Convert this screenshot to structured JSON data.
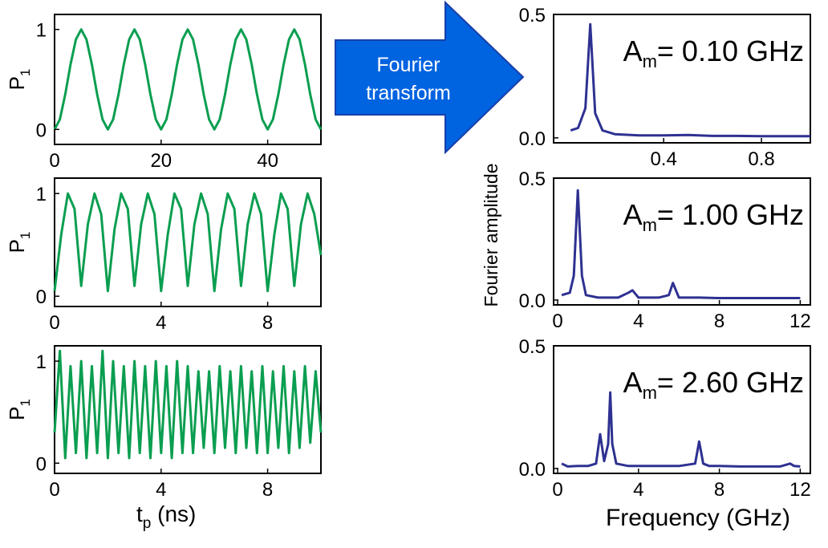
{
  "colors": {
    "time_series": "#0a9e50",
    "spectrum": "#2e3191",
    "arrow_fill": "#0063e0",
    "arrow_stroke": "#1a3fa8"
  },
  "arrow": {
    "line1": "Fourier",
    "line2": "transform"
  },
  "left_ylabel": "P",
  "left_ylabel_sub": "1",
  "left_xlabel": "t",
  "left_xlabel_sub": "p",
  "left_xlabel_unit": " (ns)",
  "right_ylabel": "Fourier amplitude",
  "right_xlabel": "Frequency (GHz)",
  "annotations": [
    {
      "prefix": "A",
      "sub": "m",
      "value": "= 0.10 GHz"
    },
    {
      "prefix": "A",
      "sub": "m",
      "value": "= 1.00 GHz"
    },
    {
      "prefix": "A",
      "sub": "m",
      "value": "= 2.60 GHz"
    }
  ],
  "chart_data": [
    {
      "type": "line",
      "panel": "time-1",
      "xlim": [
        0,
        50
      ],
      "ylim": [
        -0.15,
        1.15
      ],
      "xticks": [
        "0",
        "20",
        "40"
      ],
      "xtick_values": [
        0,
        20,
        40
      ],
      "yticks": [
        "0",
        "1"
      ],
      "ytick_values": [
        0,
        1
      ],
      "series": [
        {
          "x": [
            0,
            1,
            2,
            3,
            4,
            5,
            6,
            7,
            8,
            9,
            10,
            11,
            12,
            13,
            14,
            15,
            16,
            17,
            18,
            19,
            20,
            21,
            22,
            23,
            24,
            25,
            26,
            27,
            28,
            29,
            30,
            31,
            32,
            33,
            34,
            35,
            36,
            37,
            38,
            39,
            40,
            41,
            42,
            43,
            44,
            45,
            46,
            47,
            48,
            49,
            50
          ],
          "y": [
            0,
            0.1,
            0.35,
            0.65,
            0.9,
            1,
            0.9,
            0.65,
            0.35,
            0.1,
            0,
            0.1,
            0.35,
            0.65,
            0.9,
            1,
            0.9,
            0.65,
            0.35,
            0.1,
            0,
            0.1,
            0.35,
            0.65,
            0.9,
            1,
            0.9,
            0.65,
            0.35,
            0.1,
            0,
            0.1,
            0.35,
            0.65,
            0.9,
            1,
            0.9,
            0.65,
            0.35,
            0.1,
            0,
            0.1,
            0.35,
            0.65,
            0.9,
            1,
            0.9,
            0.65,
            0.35,
            0.1,
            0
          ]
        }
      ]
    },
    {
      "type": "line",
      "panel": "time-2",
      "xlim": [
        0,
        10
      ],
      "ylim": [
        -0.1,
        1.15
      ],
      "xticks": [
        "0",
        "4",
        "8"
      ],
      "xtick_values": [
        0,
        4,
        8
      ],
      "yticks": [
        "0",
        "1"
      ],
      "ytick_values": [
        0,
        1
      ],
      "series": [
        {
          "x": [
            0,
            0.25,
            0.5,
            0.75,
            1,
            1.25,
            1.5,
            1.75,
            2,
            2.25,
            2.5,
            2.75,
            3,
            3.25,
            3.5,
            3.75,
            4,
            4.25,
            4.5,
            4.75,
            5,
            5.25,
            5.5,
            5.75,
            6,
            6.25,
            6.5,
            6.75,
            7,
            7.25,
            7.5,
            7.75,
            8,
            8.25,
            8.5,
            8.75,
            9,
            9.25,
            9.5,
            9.75,
            10
          ],
          "y": [
            0.05,
            0.6,
            1,
            0.85,
            0.1,
            0.7,
            1,
            0.8,
            0.05,
            0.65,
            1,
            0.85,
            0.1,
            0.7,
            1,
            0.8,
            0.05,
            0.6,
            1,
            0.85,
            0.1,
            0.7,
            1,
            0.8,
            0.05,
            0.65,
            1,
            0.85,
            0.1,
            0.7,
            1,
            0.8,
            0.05,
            0.6,
            1,
            0.85,
            0.1,
            0.7,
            1,
            0.8,
            0.4
          ]
        }
      ]
    },
    {
      "type": "line",
      "panel": "time-3",
      "xlim": [
        0,
        10
      ],
      "ylim": [
        -0.1,
        1.15
      ],
      "xticks": [
        "0",
        "4",
        "8"
      ],
      "xtick_values": [
        0,
        4,
        8
      ],
      "yticks": [
        "0",
        "1"
      ],
      "ytick_values": [
        0,
        1
      ],
      "series": [
        {
          "x": [
            0,
            0.2,
            0.4,
            0.6,
            0.8,
            1,
            1.2,
            1.4,
            1.6,
            1.8,
            2,
            2.2,
            2.4,
            2.6,
            2.8,
            3,
            3.2,
            3.4,
            3.6,
            3.8,
            4,
            4.2,
            4.4,
            4.6,
            4.8,
            5,
            5.2,
            5.4,
            5.6,
            5.8,
            6,
            6.2,
            6.4,
            6.6,
            6.8,
            7,
            7.2,
            7.4,
            7.6,
            7.8,
            8,
            8.2,
            8.4,
            8.6,
            8.8,
            9,
            9.2,
            9.4,
            9.6,
            9.8,
            10
          ],
          "y": [
            0.3,
            1.1,
            0.05,
            0.95,
            0.1,
            1,
            0.05,
            0.95,
            0.1,
            1.1,
            0.05,
            1,
            0.1,
            0.95,
            0.05,
            1,
            0.1,
            0.95,
            0.05,
            1,
            0.1,
            0.95,
            0.05,
            1,
            0.1,
            0.95,
            0.1,
            0.9,
            0.15,
            0.9,
            0.1,
            0.95,
            0.15,
            0.9,
            0.1,
            0.95,
            0.15,
            0.9,
            0.1,
            0.95,
            0.1,
            0.9,
            0.15,
            0.95,
            0.1,
            0.9,
            0.15,
            0.95,
            0.2,
            0.9,
            0.3
          ]
        }
      ]
    },
    {
      "type": "line",
      "panel": "spec-1",
      "xlim": [
        -0.05,
        1
      ],
      "ylim": [
        -0.02,
        0.5
      ],
      "xticks": [
        "0.4",
        "0.8"
      ],
      "xtick_values": [
        0.4,
        0.8
      ],
      "yticks": [
        "0.0",
        "0.5"
      ],
      "ytick_values": [
        0,
        0.5
      ],
      "series": [
        {
          "x": [
            0.02,
            0.05,
            0.08,
            0.1,
            0.12,
            0.15,
            0.2,
            0.3,
            0.4,
            0.5,
            0.6,
            0.7,
            0.8,
            0.9,
            1
          ],
          "y": [
            0.03,
            0.04,
            0.12,
            0.46,
            0.1,
            0.03,
            0.015,
            0.01,
            0.01,
            0.012,
            0.008,
            0.008,
            0.007,
            0.007,
            0.007
          ]
        }
      ]
    },
    {
      "type": "line",
      "panel": "spec-2",
      "xlim": [
        -0.2,
        12.5
      ],
      "ylim": [
        -0.02,
        0.5
      ],
      "xticks": [
        "0",
        "4",
        "8",
        "12"
      ],
      "xtick_values": [
        0,
        4,
        8,
        12
      ],
      "yticks": [
        "0.0",
        "0.5"
      ],
      "ytick_values": [
        0,
        0.5
      ],
      "series": [
        {
          "x": [
            0.2,
            0.6,
            0.8,
            1,
            1.2,
            1.4,
            2,
            3,
            3.5,
            3.7,
            4,
            5,
            5.5,
            5.7,
            6,
            7,
            8,
            9,
            10,
            11,
            12
          ],
          "y": [
            0.02,
            0.03,
            0.1,
            0.45,
            0.1,
            0.02,
            0.01,
            0.01,
            0.03,
            0.04,
            0.01,
            0.01,
            0.02,
            0.07,
            0.01,
            0.01,
            0.008,
            0.008,
            0.008,
            0.008,
            0.008
          ]
        }
      ]
    },
    {
      "type": "line",
      "panel": "spec-3",
      "xlim": [
        -0.2,
        12.5
      ],
      "ylim": [
        -0.02,
        0.5
      ],
      "xticks": [
        "0",
        "4",
        "8",
        "12"
      ],
      "xtick_values": [
        0,
        4,
        8,
        12
      ],
      "yticks": [
        "0.0",
        "0.5"
      ],
      "ytick_values": [
        0,
        0.5
      ],
      "series": [
        {
          "x": [
            0.2,
            0.5,
            1,
            1.5,
            1.9,
            2.1,
            2.3,
            2.5,
            2.6,
            2.7,
            2.9,
            3.5,
            4,
            5,
            6,
            6.8,
            7,
            7.2,
            7.5,
            8,
            9,
            10,
            11,
            11.5,
            11.7,
            12
          ],
          "y": [
            0.02,
            0.008,
            0.01,
            0.01,
            0.02,
            0.14,
            0.03,
            0.1,
            0.31,
            0.1,
            0.02,
            0.01,
            0.01,
            0.01,
            0.01,
            0.02,
            0.11,
            0.02,
            0.01,
            0.01,
            0.008,
            0.008,
            0.008,
            0.02,
            0.01,
            0.008
          ]
        }
      ]
    }
  ]
}
